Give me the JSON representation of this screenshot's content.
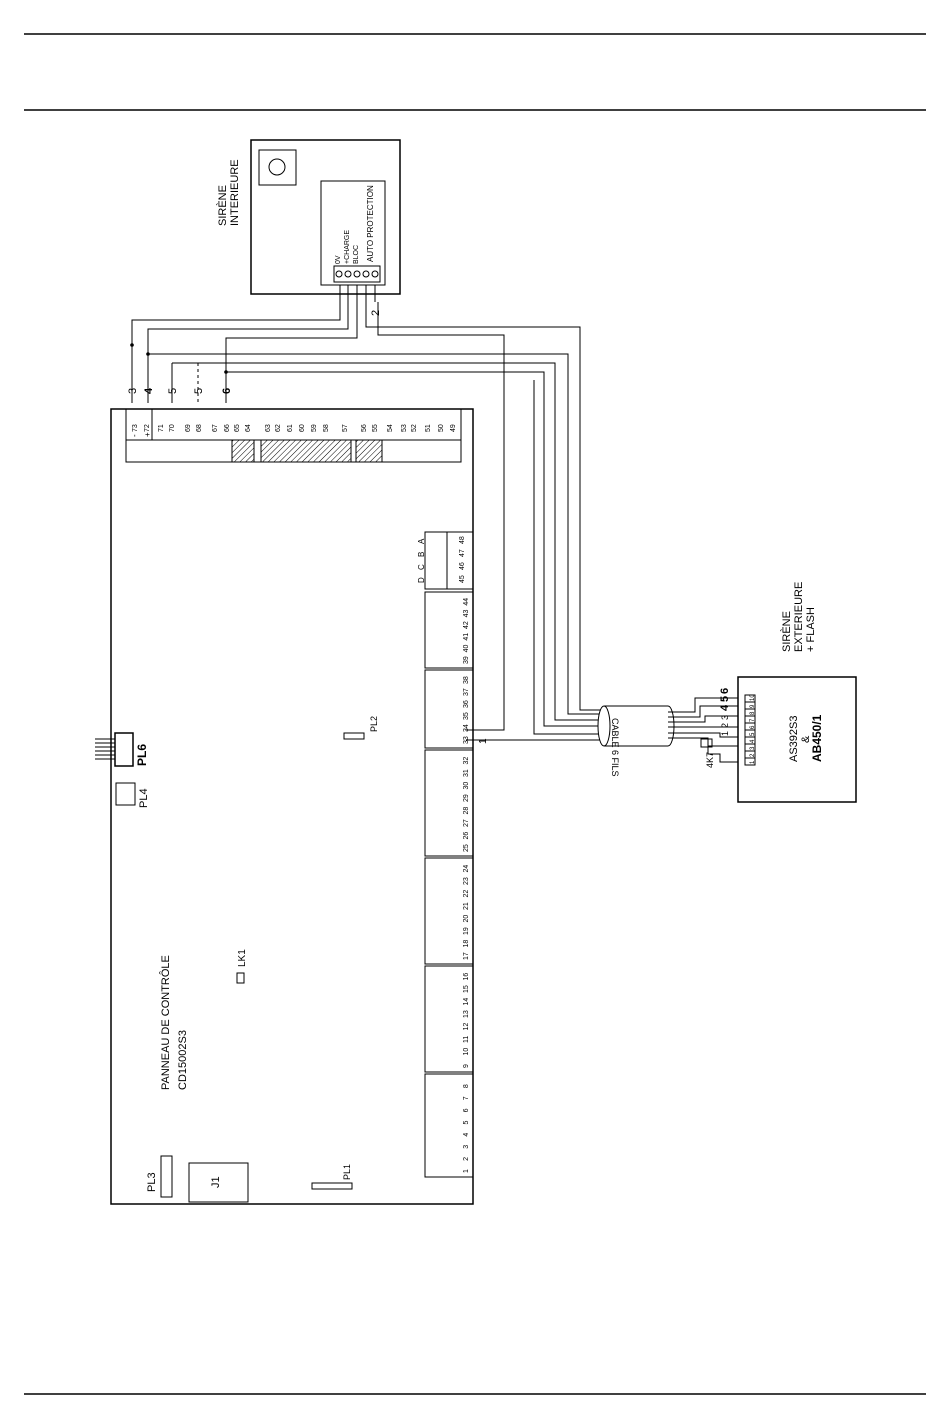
{
  "indoor_siren": {
    "title_1": "SIRÈNE",
    "title_2": "INTERIEURE",
    "term_0v": "0V",
    "term_charge": "+CHARGE",
    "term_bloc": "BLOC",
    "term_autoprot": "AUTO PROTECTION"
  },
  "outdoor_siren": {
    "title_1": "SIRÈNE",
    "title_2": "EXTERIEURE",
    "title_3": "+ FLASH",
    "model_1": "AS392S3",
    "model_2": "&",
    "model_3": "AB450/1",
    "resistor": "4K7",
    "terminals": [
      "1",
      "2",
      "3",
      "4",
      "5",
      "6",
      "7",
      "8",
      "9",
      "10"
    ]
  },
  "panel": {
    "title": "PANNEAU DE CONTRÔLE",
    "model": "CD15002S3",
    "pl1": "PL1",
    "pl2": "PL2",
    "pl3": "PL3",
    "pl4": "PL4",
    "pl6": "PL6",
    "j1": "J1",
    "lk1": "LK1",
    "dcba": [
      "D",
      "C",
      "B",
      "A"
    ],
    "top_terminals": [
      "73",
      "72",
      "71",
      "70",
      "69",
      "68",
      "67",
      "66",
      "65",
      "64",
      "63",
      "62",
      "61",
      "60",
      "59",
      "58",
      "57",
      "56",
      "55",
      "54",
      "53",
      "52",
      "51",
      "50",
      "49"
    ],
    "top_signs": [
      "-",
      "+"
    ],
    "mid_terminals": [
      "45",
      "46",
      "47",
      "48"
    ],
    "bottom_terminals": [
      [
        "1",
        "2",
        "3",
        "4",
        "5",
        "6",
        "7",
        "8"
      ],
      [
        "9",
        "10",
        "11",
        "12",
        "13",
        "14",
        "15",
        "16"
      ],
      [
        "17",
        "18",
        "19",
        "20",
        "21",
        "22",
        "23",
        "24"
      ],
      [
        "25",
        "26",
        "27",
        "28",
        "29",
        "30",
        "31",
        "32"
      ],
      [
        "33",
        "34",
        "35",
        "36",
        "37",
        "38"
      ],
      [
        "39",
        "40",
        "41",
        "42",
        "43",
        "44"
      ]
    ]
  },
  "wires": {
    "w1": "1",
    "w2": "2",
    "w3": "3",
    "w4": "4",
    "w5": "5",
    "w6": "6",
    "w5_dup": "5",
    "siren_side": [
      "1",
      "2",
      "3",
      "4",
      "5",
      "6"
    ],
    "cable": "CABLE 6 FILS"
  }
}
